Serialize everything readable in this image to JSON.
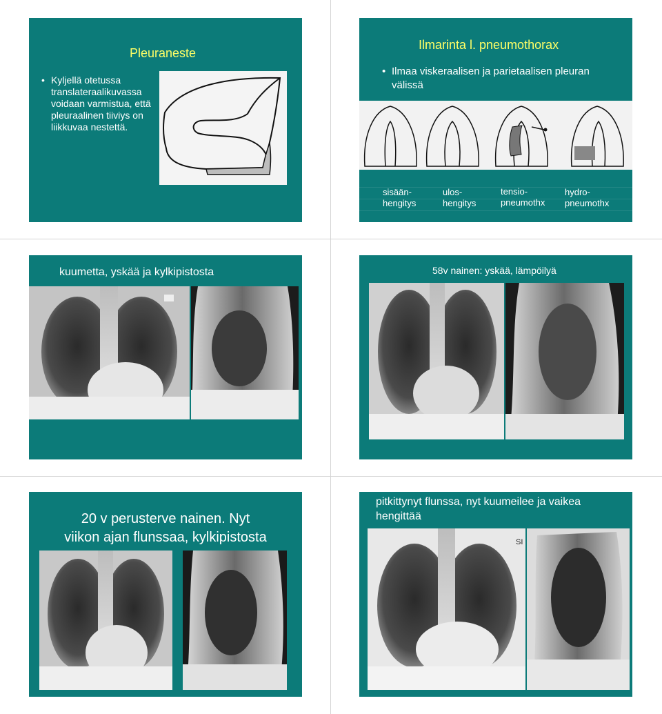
{
  "slides": {
    "s1": {
      "title": "Pleuraneste",
      "bullet": "Kyljellä otetussa translateraalikuvassa voidaan varmistua, että pleuraalinen tiiviys on liikkuvaa nestettä."
    },
    "s2": {
      "title": "Ilmarinta l. pneumothorax",
      "bullet": "Ilmaa viskeraalisen ja parietaalisen pleuran välissä",
      "captions": [
        {
          "line1": "sisään-",
          "line2": "hengitys"
        },
        {
          "line1": "ulos-",
          "line2": "hengitys"
        },
        {
          "line1": "tensio-",
          "line2": "pneumothx"
        },
        {
          "line1": "hydro-",
          "line2": "pneumothx"
        }
      ]
    },
    "s3": {
      "title": "kuumetta, yskää ja kylkipistosta"
    },
    "s4": {
      "title": "58v nainen: yskää, lämpöilyä"
    },
    "s5": {
      "title_line1": "20 v perusterve nainen. Nyt",
      "title_line2": "viikon ajan flunssaa, kylkipistosta"
    },
    "s6": {
      "title": "pitkittynyt flunssa, nyt kuumeilee ja vaikea hengittää",
      "marker": "SI"
    }
  },
  "colors": {
    "slide_bg": "#0c7b79",
    "title_yellow": "#ffff66",
    "text": "#ffffff"
  }
}
